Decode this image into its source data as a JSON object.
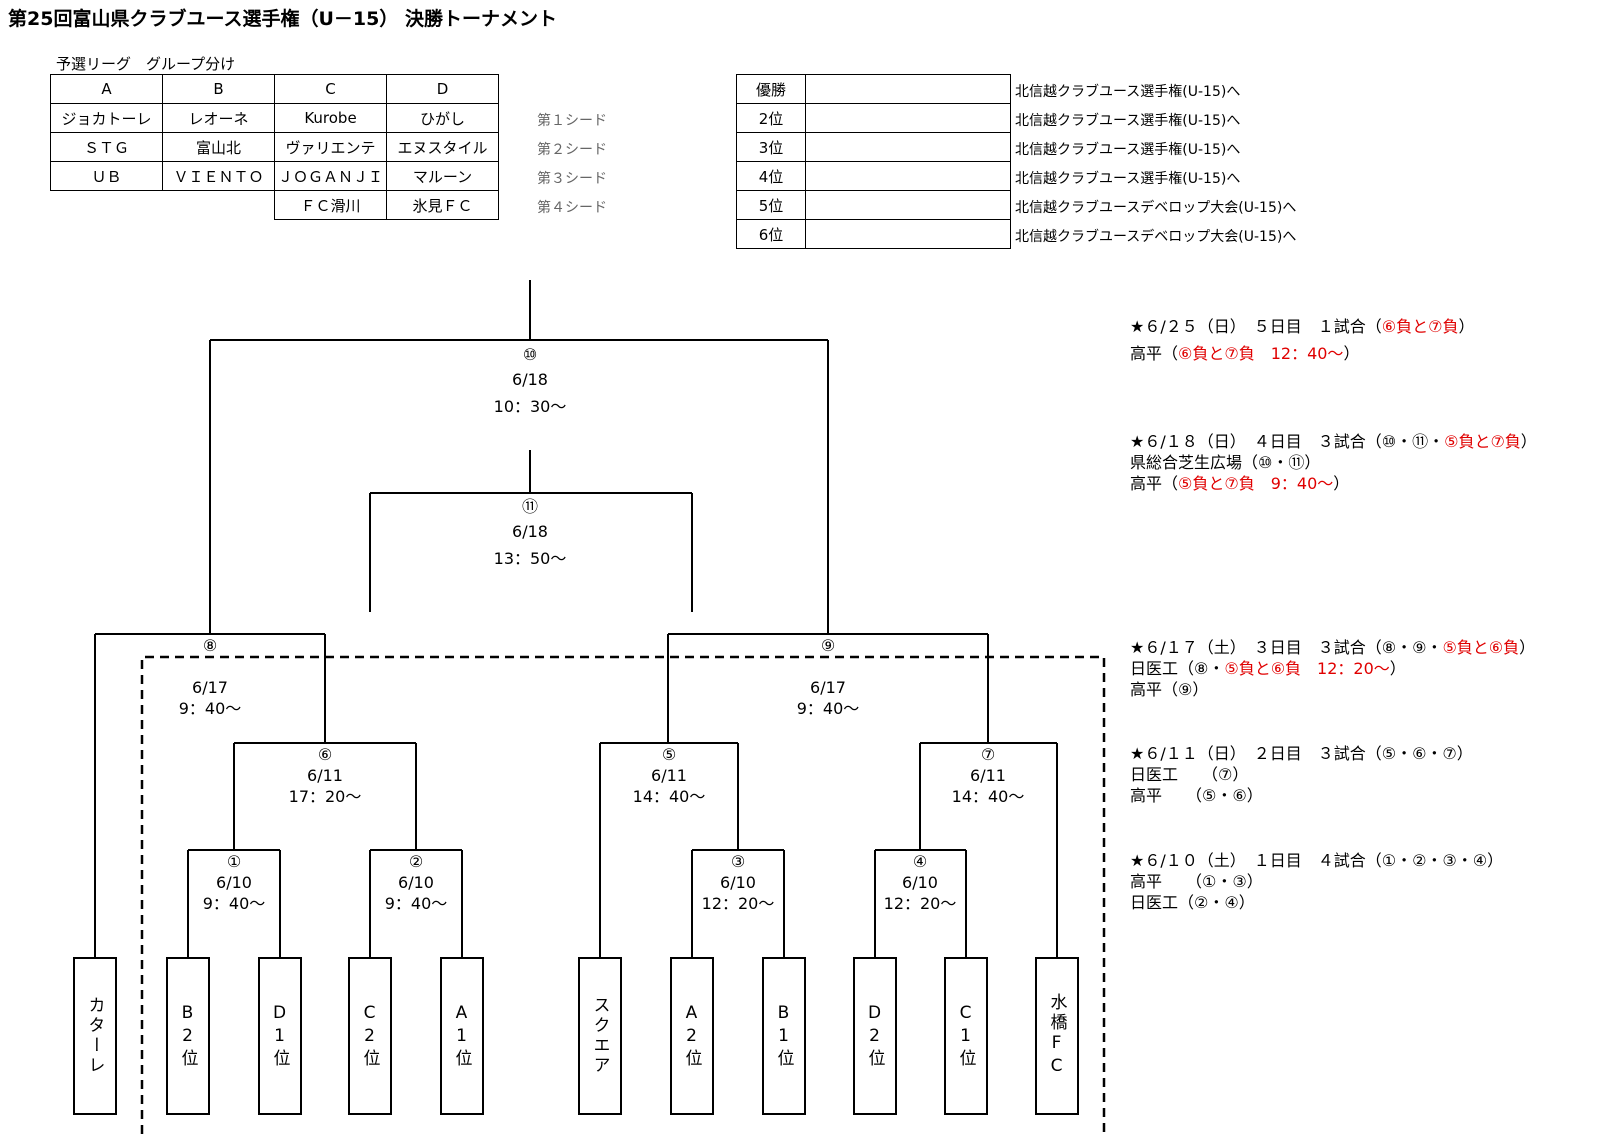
{
  "title": "第25回富山県クラブユース選手権（U－15） 決勝トーナメント",
  "groups": {
    "caption": "予選リーグ　グループ分け",
    "headers": [
      "A",
      "B",
      "C",
      "D"
    ],
    "rows": [
      [
        "ジョカトーレ",
        "レオーネ",
        "Kurobe",
        "ひがし"
      ],
      [
        "ＳＴＧ",
        "富山北",
        "ヴァリエンテ",
        "エヌスタイル"
      ],
      [
        "ＵＢ",
        "ＶＩＥＮＴＯ",
        "ＪＯＧＡＮＪＩ",
        "マルーン"
      ],
      [
        "",
        "",
        "ＦＣ滑川",
        "氷見ＦＣ"
      ]
    ],
    "seeds": [
      "第１シード",
      "第２シード",
      "第３シード",
      "第４シード"
    ]
  },
  "results": [
    {
      "place": "優勝",
      "dest": "北信越クラブユース選手権(U-15)へ"
    },
    {
      "place": "2位",
      "dest": "北信越クラブユース選手権(U-15)へ"
    },
    {
      "place": "3位",
      "dest": "北信越クラブユース選手権(U-15)へ"
    },
    {
      "place": "4位",
      "dest": "北信越クラブユース選手権(U-15)へ"
    },
    {
      "place": "5位",
      "dest": "北信越クラブユースデベロップ大会(U-15)へ"
    },
    {
      "place": "6位",
      "dest": "北信越クラブユースデベロップ大会(U-15)へ"
    }
  ],
  "matches": {
    "m10": {
      "no": "⑩",
      "date": "6/18",
      "time": "10：30～"
    },
    "m11": {
      "no": "⑪",
      "date": "6/18",
      "time": "13：50～"
    },
    "m8": {
      "no": "⑧",
      "date": "6/17",
      "time": "9：40～"
    },
    "m9": {
      "no": "⑨",
      "date": "6/17",
      "time": "9：40～"
    },
    "m6": {
      "no": "⑥",
      "date": "6/11",
      "time": "17：20～"
    },
    "m5": {
      "no": "⑤",
      "date": "6/11",
      "time": "14：40～"
    },
    "m7": {
      "no": "⑦",
      "date": "6/11",
      "time": "14：40～"
    },
    "m1": {
      "no": "①",
      "date": "6/10",
      "time": "9：40～"
    },
    "m2": {
      "no": "②",
      "date": "6/10",
      "time": "9：40～"
    },
    "m3": {
      "no": "③",
      "date": "6/10",
      "time": "12：20～"
    },
    "m4": {
      "no": "④",
      "date": "6/10",
      "time": "12：20～"
    }
  },
  "teams": [
    "カターレ",
    "B2位",
    "D1位",
    "C2位",
    "A1位",
    "スクエア",
    "A2位",
    "B1位",
    "D2位",
    "C1位",
    "水橋FC"
  ],
  "schedule": {
    "d5": {
      "head": "★６/２５（日）　５日目　１試合（",
      "head_red": "⑥負と⑦負",
      "head_tail": "）",
      "l1a": "高平（",
      "l1_red": "⑥負と⑦負　12：40～",
      "l1_tail": "）"
    },
    "d4": {
      "head": "★６/１８（日）　４日目　３試合（⑩・⑪・",
      "head_red": "⑤負と⑦負",
      "head_tail": "）",
      "l1": "県総合芝生広場（⑩・⑪）",
      "l2a": "高平（",
      "l2_red": "⑤負と⑦負　9：40～",
      "l2_tail": "）"
    },
    "d3": {
      "head": "★６/１７（土）　３日目　３試合（⑧・⑨・",
      "head_red": "⑤負と⑥負",
      "head_tail": "）",
      "l1a": "日医工（⑧・",
      "l1_red": "⑤負と⑥負　12：20～",
      "l1_tail": "）",
      "l2": "高平（⑨）"
    },
    "d2": {
      "head": "★６/１１（日）　２日目　３試合（⑤・⑥・⑦）",
      "l1": "日医工　　（⑦）",
      "l2": "高平　　（⑤・⑥）"
    },
    "d1": {
      "head": "★６/１０（土）　１日目　４試合（①・②・③・④）",
      "l1": "高平　　（①・③）",
      "l2": "日医工（②・④）"
    }
  }
}
